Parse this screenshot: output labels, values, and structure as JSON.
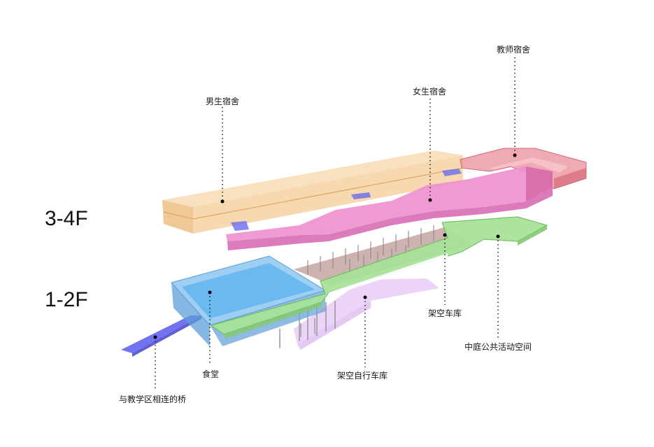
{
  "floors": {
    "upper": "3-4F",
    "lower": "1-2F"
  },
  "callouts": {
    "teacher_dorm": "教师宿舍",
    "male_dorm": "男生宿舍",
    "female_dorm": "女生宿舍",
    "stilt_garage": "架空车库",
    "courtyard": "中庭公共活动空间",
    "canteen": "食堂",
    "stilt_bike_garage": "架空自行车库",
    "bridge": "与教学区相连的桥"
  },
  "colors": {
    "male_dorm": "#f4c98a",
    "female_dorm": "#ee8fcf",
    "teacher_dorm": "#ea8d9a",
    "canteen": "#4ea8e8",
    "courtyard": "#a8e29a",
    "stilt_garage": "#c9aaa6",
    "bike_garage": "#e6c6f5",
    "bridge": "#6a6cf0"
  }
}
